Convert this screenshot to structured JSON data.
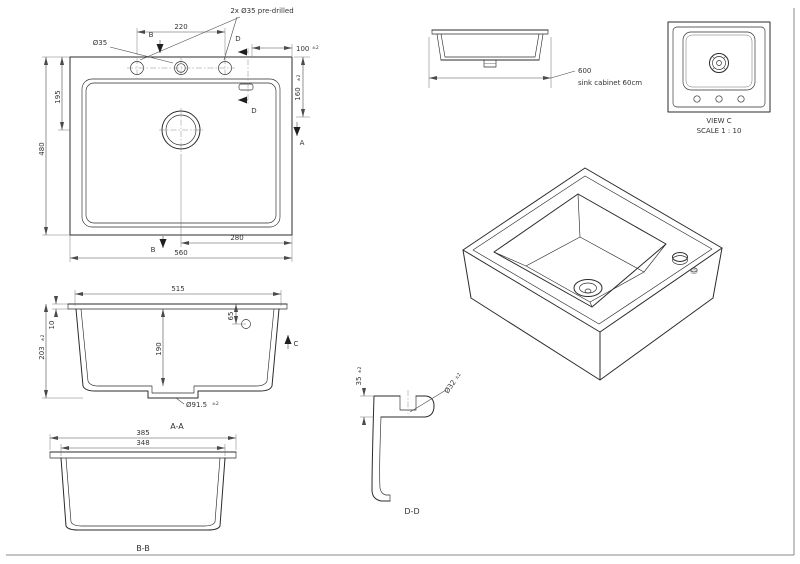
{
  "top_view": {
    "note_predrilled": "2x Ø35 pre-drilled",
    "dia35": "Ø35",
    "d220": "220",
    "d100": "100",
    "d100_tol": "±2",
    "d160": "160",
    "d160_tol": "±2",
    "d195": "195",
    "d480": "480",
    "d280": "280",
    "d560": "560",
    "mB": "B",
    "mD": "D",
    "mA": "A"
  },
  "cabinet": {
    "d600": "600",
    "caption": "sink cabinet 60cm"
  },
  "view_c": {
    "title": "VIEW C",
    "scale": "SCALE 1 : 10"
  },
  "section_aa": {
    "d515": "515",
    "d65": "65",
    "d190": "190",
    "d203": "203",
    "d203_tol": "±2",
    "d10": "10",
    "dia915": "Ø91.5",
    "dia915_tol": "±2",
    "label": "A-A",
    "mC": "C"
  },
  "section_bb": {
    "d385": "385",
    "d348": "348",
    "label": "B-B"
  },
  "section_dd": {
    "d35": "35",
    "d35_tol": "±2",
    "dia32": "Ø32",
    "dia32_tol": "±2",
    "label": "D-D"
  },
  "colors": {
    "line": "#2b2b2b",
    "dim_line": "#4a4a4a",
    "background": "#ffffff"
  }
}
